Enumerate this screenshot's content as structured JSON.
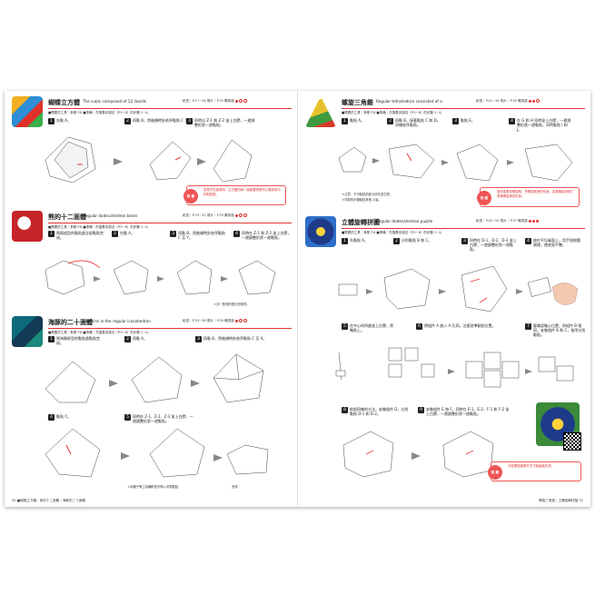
{
  "left_page": {
    "sections": [
      {
        "title_zh": "蝴蝶立方體",
        "title_en": "The cubic composed of 12 lizards",
        "meta": "紙型｜P.17~28  照片｜P.32  難易度",
        "difficulty": 3,
        "tools": "■需要的工具｜參照 P.8  ■準備｜先摺基本摺法（P.5~8）的步驟 1~4。",
        "steps": [
          {
            "n": "1",
            "text": "先黏 A。"
          },
          {
            "n": "2",
            "text": "再黏 B，然後順時針依序黏貼 C 至 Y。"
          },
          {
            "n": "3",
            "text": "同時沿 Z-1 和 Z-2 塗上白膠，一邊調整形狀一邊黏貼。"
          }
        ],
        "tip_label": "訣 竅",
        "tip_text": "若是可先搖晃時，立方體的每一面都要清楚可以看到其中的黏貼點。"
      },
      {
        "title_zh": "熊的十二面體",
        "title_en": "Regular dodecahedron bears",
        "meta": "紙型｜P.29~32  照片｜P.33  難易度",
        "difficulty": 3,
        "tools": "■需要的工具｜參照 P.8  ■準備｜先摺基本摺法（P.5~8）的步驟 1~4。",
        "steps": [
          {
            "n": "1",
            "text": "將兩組型的黏貼處全部黏貼完成。"
          },
          {
            "n": "2",
            "text": "先黏 A。"
          },
          {
            "n": "3",
            "text": "再黏 B，然後順時針依序黏貼 C 至 Y。"
          },
          {
            "n": "4",
            "text": "同時在 Z-1 和 Z-2 塗上白膠，一邊調整形狀一邊黏貼。"
          }
        ],
        "note": "＊另一隻熊的做法也相同。"
      },
      {
        "title_zh": "海豚的二十面體",
        "title_en": "Dolphins in the regular icosahedron",
        "meta": "紙型｜P.33~38  照片｜P.34  難易度",
        "difficulty": 3,
        "tools": "■需要的工具｜參照 P.8  ■準備｜先摺基本摺法（P.5~8）的步驟 1~4。",
        "steps": [
          {
            "n": "1",
            "text": "將海豚紙型的黏貼處黏貼完成。"
          },
          {
            "n": "2",
            "text": "再黏 A。"
          },
          {
            "n": "3",
            "text": "再黏 B，然後順時針依序黏貼 C 至 X。"
          },
          {
            "n": "4",
            "text": "黏貼 Y。"
          },
          {
            "n": "5",
            "text": "同時在 Z-1、Z-2、Z-3 塗上白膠，一邊調整形狀一邊黏貼。"
          }
        ],
        "note": "＊用鑷子等工具輔助把手伸入中間黏貼。",
        "done": "完成"
      }
    ],
    "folio": "30  ■蝴蝶立方體｜熊的十二面體｜海豚的二十面體"
  },
  "right_page": {
    "sections": [
      {
        "title_zh": "螺旋三角錐",
        "title_en": "Regular tetrahedron consisted of a",
        "meta": "紙型｜P.41~44  照片｜P.35  難易度",
        "difficulty": 3,
        "tools": "■需要的工具｜參照 P.8  ■準備｜先摺基本摺法（P.5~8）的步驟 1~4。",
        "steps": [
          {
            "n": "1",
            "text": "黏貼 A。"
          },
          {
            "n": "2",
            "text": "再黏 B，接著黏貼 C 和 D，同樣依序黏貼。"
          },
          {
            "n": "3",
            "text": "黏貼 E。"
          },
          {
            "n": "4",
            "text": "在 G 和 H 同時塗上白膠，一邊調整形狀一邊黏貼，同時黏貼 I 和 J。"
          }
        ],
        "notes": [
          "＊注意：不可黏貼的部分請勿塗白膠。",
          "＊同樣的步驟黏貼其他 4 組。"
        ],
        "tip_label": "訣 竅",
        "tip_text": "當你能看到螺旋時，會看到底面的形狀，這是最能呈現三角錐螺旋美的形狀。"
      },
      {
        "title_zh": "立體旋轉拼圖",
        "title_en": "Regular dodecahedron puzzle",
        "meta": "紙型｜P.45~54  照片｜P.37  難易度",
        "difficulty": 3,
        "tools": "■需要的工具｜參照 P.8  ■準備｜先摺基本摺法（P.5~8）的步驟 1~4。",
        "steps": [
          {
            "n": "1",
            "text": "先黏貼 A。"
          },
          {
            "n": "2",
            "text": "分別黏貼 B 和 C。"
          },
          {
            "n": "3",
            "text": "同時在 D-1、D-2、D-3 塗上白膠，一邊調整形狀一邊黏貼。"
          },
          {
            "n": "4",
            "text": "放在平坦桌面上，用手指按壓邊緣，使底面平整。"
          },
          {
            "n": "5",
            "text": "在中心的四處塗上白膠，將軸貼上。"
          },
          {
            "n": "6",
            "text": "將組件 A 放入 A 孔洞，注意對準黏貼位置。"
          },
          {
            "n": "7",
            "text": "要確認軸心位置，與組件 B 相同，安裝組件 B 和 C，依序分別黏貼。"
          },
          {
            "n": "8",
            "text": "依照同樣的方法，安裝組件 D，分別黏貼 D-1 和 D-2。"
          },
          {
            "n": "9",
            "text": "安裝組件 E 和 F，同時在 E-1、E-2、F-1 和 F-2 塗上白膠，一邊調整形狀一邊黏貼。"
          }
        ],
        "tip_label": "訣 竅",
        "tip_text": "只能透過旋轉方式才能組裝完成。"
      }
    ],
    "folio": "螺旋三角錐｜立體旋轉拼圖  31"
  }
}
